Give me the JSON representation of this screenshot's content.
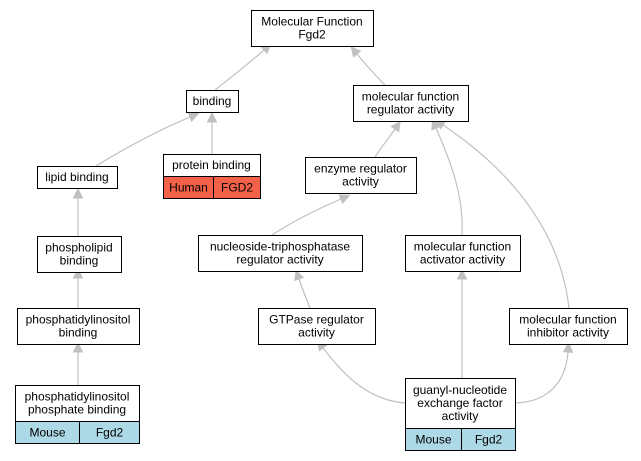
{
  "colors": {
    "human": "#f26148",
    "mouse": "#add8e6",
    "edge": "#c0c0c0"
  },
  "nodes": [
    {
      "id": "mf",
      "lines": [
        "Molecular Function",
        "Fgd2"
      ]
    },
    {
      "id": "binding",
      "lines": [
        "binding"
      ]
    },
    {
      "id": "mfra",
      "lines": [
        "molecular function",
        "regulator activity"
      ]
    },
    {
      "id": "lipid",
      "lines": [
        "lipid binding"
      ]
    },
    {
      "id": "protein",
      "lines": [
        "protein binding"
      ],
      "tags": [
        {
          "species": "Human",
          "gene": "FGD2",
          "color": "human"
        }
      ]
    },
    {
      "id": "enzyme",
      "lines": [
        "enzyme regulator",
        "activity"
      ]
    },
    {
      "id": "phospholipid",
      "lines": [
        "phospholipid",
        "binding"
      ]
    },
    {
      "id": "ntp",
      "lines": [
        "nucleoside-triphosphatase",
        "regulator activity"
      ]
    },
    {
      "id": "mfaa",
      "lines": [
        "molecular function",
        "activator activity"
      ]
    },
    {
      "id": "pi",
      "lines": [
        "phosphatidylinositol",
        "binding"
      ]
    },
    {
      "id": "gtpase",
      "lines": [
        "GTPase regulator",
        "activity"
      ]
    },
    {
      "id": "mfia",
      "lines": [
        "molecular function",
        "inhibitor activity"
      ]
    },
    {
      "id": "pip",
      "lines": [
        "phosphatidylinositol",
        "phosphate binding"
      ],
      "tags": [
        {
          "species": "Mouse",
          "gene": "Fgd2",
          "color": "mouse"
        }
      ]
    },
    {
      "id": "gnef",
      "lines": [
        "guanyl-nucleotide",
        "exchange factor",
        "activity"
      ],
      "tags": [
        {
          "species": "Mouse",
          "gene": "Fgd2",
          "color": "mouse"
        }
      ]
    }
  ],
  "edges": [
    {
      "from": "binding",
      "to": "mf"
    },
    {
      "from": "mfra",
      "to": "mf"
    },
    {
      "from": "lipid",
      "to": "binding"
    },
    {
      "from": "protein",
      "to": "binding"
    },
    {
      "from": "enzyme",
      "to": "mfra"
    },
    {
      "from": "mfaa",
      "to": "mfra"
    },
    {
      "from": "mfia",
      "to": "mfra"
    },
    {
      "from": "phospholipid",
      "to": "lipid"
    },
    {
      "from": "ntp",
      "to": "enzyme"
    },
    {
      "from": "pi",
      "to": "phospholipid"
    },
    {
      "from": "gtpase",
      "to": "ntp"
    },
    {
      "from": "pip",
      "to": "pi"
    },
    {
      "from": "gnef",
      "to": "gtpase"
    },
    {
      "from": "gnef",
      "to": "mfaa"
    },
    {
      "from": "gnef",
      "to": "mfia"
    }
  ]
}
